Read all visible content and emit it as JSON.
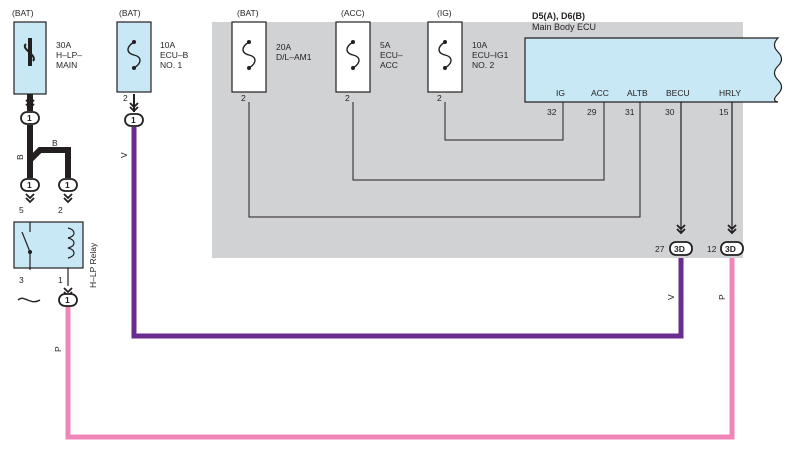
{
  "colors": {
    "background": "#ffffff",
    "shaded_area": "#d1d2d4",
    "component_fill": "#c8e8f5",
    "outline": "#231f20",
    "wire_black": "#231f20",
    "wire_violet": "#6a2c8e",
    "wire_pink": "#ef85b8"
  },
  "power_sources": [
    {
      "name": "BAT",
      "label": "(BAT)"
    },
    {
      "name": "BAT",
      "label": "(BAT)"
    },
    {
      "name": "BAT",
      "label": "(BAT)"
    },
    {
      "name": "ACC",
      "label": "(ACC)"
    },
    {
      "name": "IG",
      "label": "(IG)"
    }
  ],
  "fuses": [
    {
      "rating": "30A",
      "name_lines": [
        "H–LP–",
        "MAIN"
      ],
      "pin": ""
    },
    {
      "rating": "10A",
      "name_lines": [
        "ECU–B",
        "NO. 1"
      ],
      "pin": "2"
    },
    {
      "rating": "20A",
      "name_lines": [
        "D/L–AM1"
      ],
      "pin": "2"
    },
    {
      "rating": "5A",
      "name_lines": [
        "ECU–",
        "ACC"
      ],
      "pin": "2"
    },
    {
      "rating": "10A",
      "name_lines": [
        "ECU–IG1",
        "NO. 2"
      ],
      "pin": "2"
    }
  ],
  "ecu": {
    "connector": "D5(A), D6(B)",
    "name": "Main Body ECU",
    "terminals": [
      {
        "name": "IG",
        "pin": "32"
      },
      {
        "name": "ACC",
        "pin": "29"
      },
      {
        "name": "ALTB",
        "pin": "31"
      },
      {
        "name": "BECU",
        "pin": "30"
      },
      {
        "name": "HRLY",
        "pin": "15"
      }
    ]
  },
  "relay": {
    "name": "H–LP Relay",
    "pins": {
      "top_left": "5",
      "top_right": "2",
      "bottom_left": "3",
      "bottom_right": "1"
    }
  },
  "junction_connectors": [
    {
      "label": "1"
    },
    {
      "label": "1"
    },
    {
      "label": "1"
    },
    {
      "label": "1"
    },
    {
      "label": "1"
    },
    {
      "label": "3D",
      "pin": "27"
    },
    {
      "label": "3D",
      "pin": "12"
    }
  ],
  "wires": [
    {
      "color_code": "B"
    },
    {
      "color_code": "B"
    },
    {
      "color_code": "V"
    },
    {
      "color_code": "V"
    },
    {
      "color_code": "P"
    },
    {
      "color_code": "P"
    }
  ]
}
